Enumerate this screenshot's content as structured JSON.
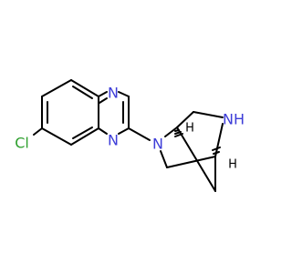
{
  "molecule": {
    "atom_labels": {
      "n1": "N",
      "n2": "N",
      "n3": "N",
      "nh": "NH",
      "cl": "Cl",
      "h1": "H",
      "h2": "H"
    },
    "colors": {
      "nitrogen": "#3d3dd8",
      "chlorine": "#2fa02f",
      "bond": "#000000"
    }
  }
}
